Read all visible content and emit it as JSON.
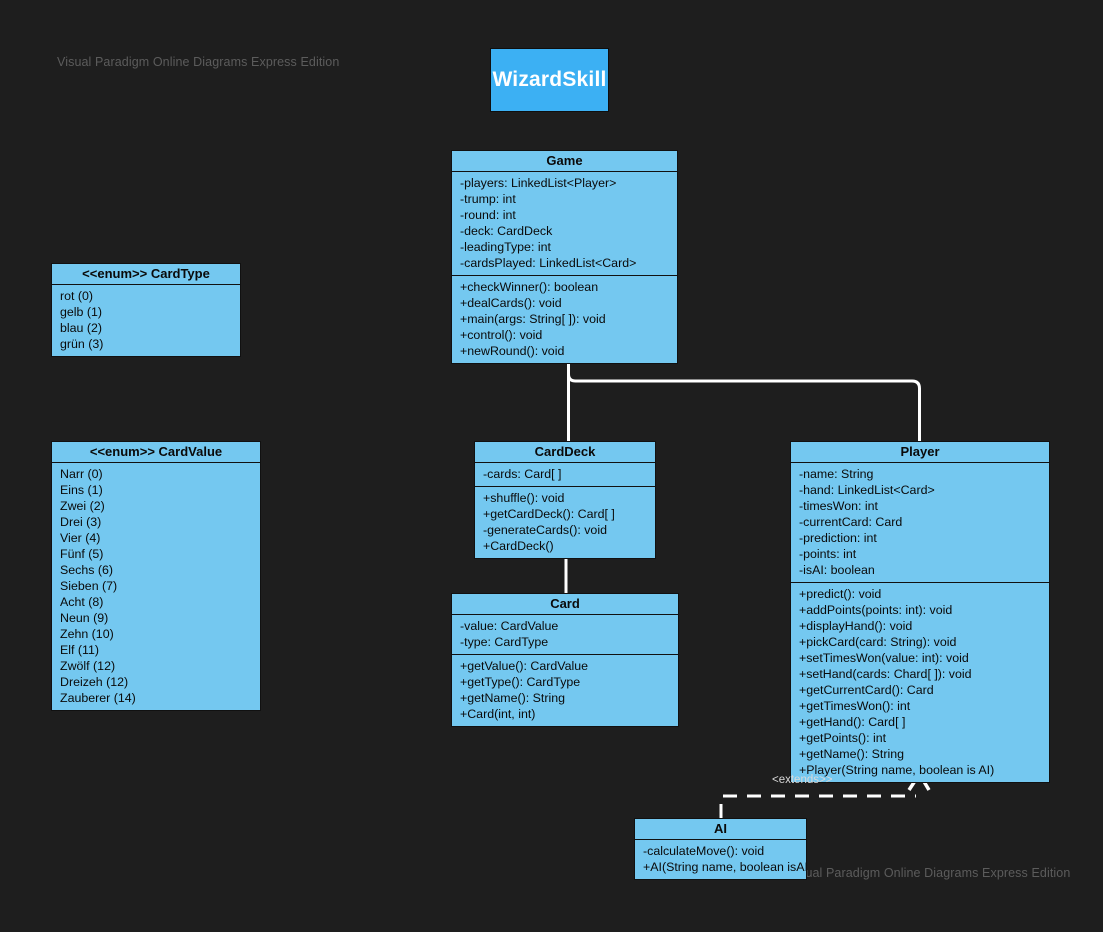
{
  "watermarks": {
    "top_left": "Visual Paradigm Online Diagrams Express Edition",
    "bottom_right": "Visual Paradigm Online Diagrams Express Edition"
  },
  "title": {
    "label": "WizardSkill",
    "background": "#3cb0f3",
    "text_color": "#ffffff"
  },
  "theme": {
    "canvas_background": "#1e1e1e",
    "class_fill": "#74c8f0",
    "class_border": "#111111",
    "connector_color": "#ffffff",
    "watermark_color": "#5c5c5c"
  },
  "classes": {
    "card_type": {
      "name": "<<enum>> CardType",
      "stereotype": "<<enum>>",
      "literals": [
        "rot (0)",
        "gelb (1)",
        "blau (2)",
        "grün (3)"
      ]
    },
    "card_value": {
      "name": "<<enum>> CardValue",
      "stereotype": "<<enum>>",
      "literals": [
        "Narr (0)",
        "Eins (1)",
        "Zwei (2)",
        "Drei (3)",
        "Vier (4)",
        "Fünf (5)",
        "Sechs (6)",
        "Sieben (7)",
        "Acht (8)",
        "Neun (9)",
        "Zehn (10)",
        "Elf (11)",
        "Zwölf (12)",
        "Dreizeh (12)",
        "Zauberer (14)"
      ]
    },
    "game": {
      "name": "Game",
      "attributes": [
        "-players: LinkedList<Player>",
        "-trump: int",
        "-round: int",
        "-deck: CardDeck",
        "-leadingType: int",
        "-cardsPlayed: LinkedList<Card>"
      ],
      "operations": [
        "+checkWinner(): boolean",
        "+dealCards(): void",
        "+main(args: String[ ]): void",
        "+control(): void",
        "+newRound(): void"
      ]
    },
    "card_deck": {
      "name": "CardDeck",
      "attributes": [
        "-cards: Card[ ]"
      ],
      "operations": [
        "+shuffle(): void",
        "+getCardDeck(): Card[ ]",
        "-generateCards(): void",
        "+CardDeck()"
      ]
    },
    "card": {
      "name": "Card",
      "attributes": [
        "-value: CardValue",
        "-type: CardType"
      ],
      "operations": [
        "+getValue(): CardValue",
        "+getType(): CardType",
        "+getName(): String",
        "+Card(int, int)"
      ]
    },
    "player": {
      "name": "Player",
      "attributes": [
        "-name: String",
        "-hand: LinkedList<Card>",
        "-timesWon: int",
        "-currentCard: Card",
        "-prediction: int",
        "-points: int",
        "-isAI: boolean"
      ],
      "operations": [
        "+predict(): void",
        "+addPoints(points: int): void",
        "+displayHand(): void",
        "+pickCard(card: String): void",
        "+setTimesWon(value: int): void",
        "+setHand(cards: Chard[ ]): void",
        "+getCurrentCard(): Card",
        "+getTimesWon(): int",
        "+getHand(): Card[ ]",
        "+getPoints(): int",
        "+getName(): String",
        "+Player(String name, boolean is AI)"
      ]
    },
    "ai": {
      "name": "AI",
      "operations": [
        "-calculateMove(): void",
        "+AI(String name, boolean isAI)"
      ]
    }
  },
  "relationships": {
    "extends_label": "<extends>>"
  }
}
